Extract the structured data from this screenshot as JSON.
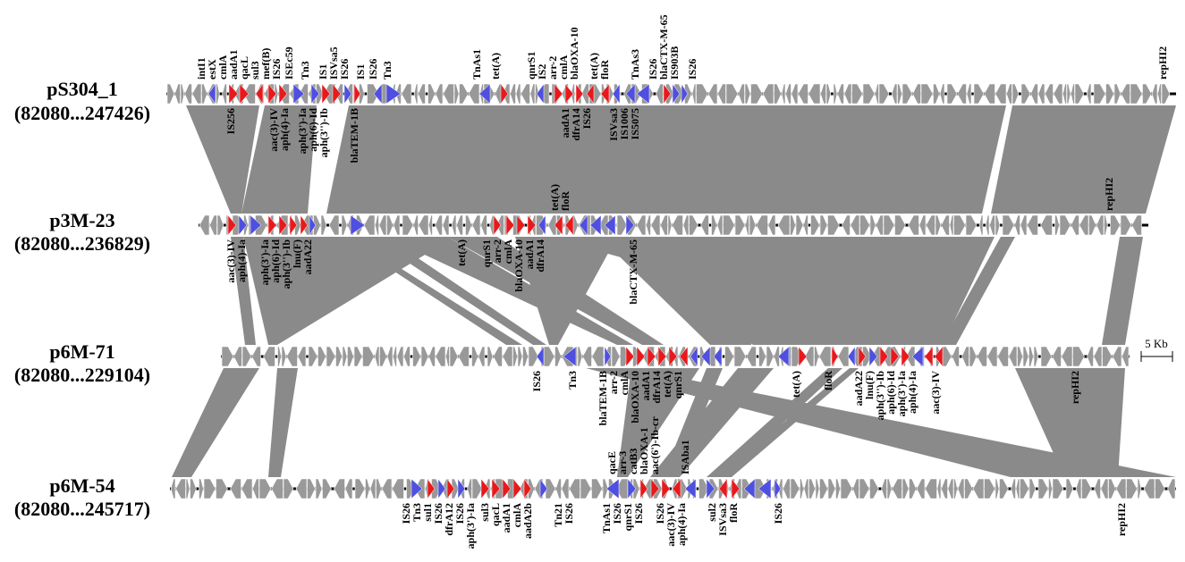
{
  "colors": {
    "resistance": "#e8191c",
    "mobile": "#4f4fe0",
    "other": "#999999",
    "homology": "#8a8a8a",
    "backbone": "#000000"
  },
  "scale_bar": {
    "label": "5 Kb"
  },
  "plasmids": [
    {
      "name": "pS304_1",
      "range": "(82080...247426)",
      "labels_above": [
        "intI1",
        "estX",
        "cmlA",
        "aadA1",
        "qacL",
        "sul3",
        "mef(B)",
        "IS26",
        "ISEc59",
        "Tn3",
        "IS1",
        "ISVsa5",
        "IS26",
        "IS1",
        "IS26",
        "Tn3",
        "TnAs1",
        "tet(A)",
        "qnrS1",
        "IS2",
        "arr-2",
        "cmlA",
        "blaOXA-10",
        "tet(A)",
        "floR",
        "TnAs3",
        "IS26",
        "blaCTX-M-65",
        "IS903B",
        "IS26",
        "repHI2"
      ],
      "labels_below": [
        "IS256",
        "aac(3)-IV",
        "aph(4)-Ia",
        "aph(3')-Ia",
        "aph(6)-Id",
        "aph(3'')-Ib",
        "blaTEM-1B",
        "aadA1",
        "dfrA14",
        "IS26",
        "ISVsa3",
        "IS1006",
        "IS5075"
      ]
    },
    {
      "name": "p3M-23",
      "range": "(82080...236829)",
      "labels_above": [
        "tet(A)",
        "floR",
        "repHI2"
      ],
      "labels_below": [
        "aac(3)-IV",
        "aph(4)-Ia",
        "aph(3')-Ia",
        "aph(6)-Id",
        "aph(3'')-Ib",
        "lnu(F)",
        "aadA22",
        "tet(A)",
        "qnrS1",
        "arr-2",
        "cmlA",
        "blaOXA-10",
        "aadA1",
        "dfrA14",
        "blaCTX-M-65"
      ]
    },
    {
      "name": "p6M-71",
      "range": "(82080...229104)",
      "labels_above": [],
      "labels_below": [
        "IS26",
        "Tn3",
        "blaTEM-1B",
        "arr-2",
        "cmlA",
        "blaOXA-10",
        "aadA1",
        "dfrA14",
        "tet(A)",
        "qnrS1",
        "tet(A)",
        "floR",
        "aadA22",
        "lnu(F)",
        "aph(3'')-Ib",
        "aph(6)-Id",
        "aph(3')-Ia",
        "aph(4)-Ia",
        "aac(3)-IV",
        "repHI2"
      ]
    },
    {
      "name": "p6M-54",
      "range": "(82080...245717)",
      "labels_above": [
        "qacE",
        "arr-3",
        "catB3",
        "blaOXA-1",
        "aac(6')-Ib-cr",
        "ISAba1"
      ],
      "labels_below": [
        "IS26",
        "Tn3",
        "sul1",
        "IS26",
        "dfrA12",
        "IS26",
        "aph(3')-Ia",
        "sul3",
        "qacL",
        "aadA1",
        "cmlA",
        "aadA2b",
        "Tn21",
        "IS26",
        "TnAs1",
        "IS26",
        "qnrS1",
        "IS26",
        "IS26",
        "aac(3)-IV",
        "aph(4)-Ia",
        "sul2",
        "ISVsa3",
        "floR",
        "IS26",
        "repHI2"
      ]
    }
  ]
}
